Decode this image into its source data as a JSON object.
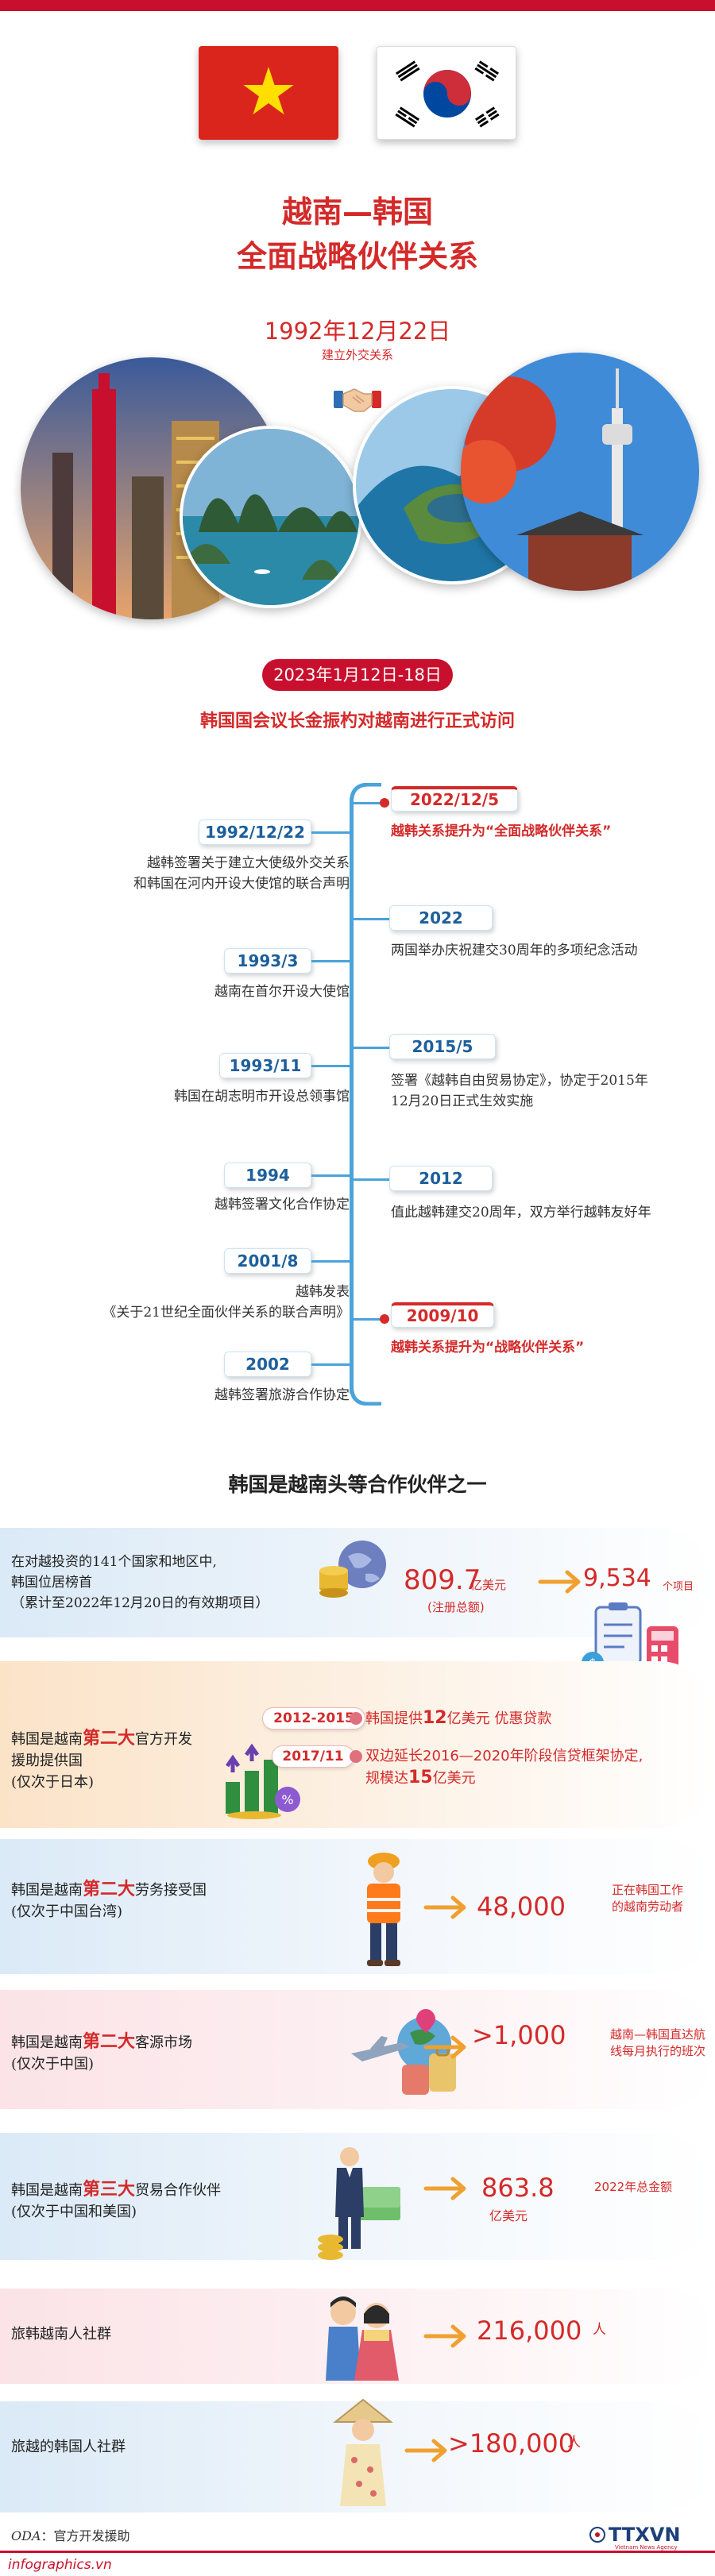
{
  "header": {
    "title_line1": "越南—韩国",
    "title_line2": "全面战略伙伴关系",
    "establish_date": "1992年12月22日",
    "establish_label": "建立外交关系",
    "visit_dates": "2023年1月12日-18日",
    "visit_text": "韩国国会议长金振杓对越南进行正式访问"
  },
  "timeline": {
    "left": [
      {
        "date": "1992/12/22",
        "text": [
          "越韩签署关于建立大使级外交关系",
          "和韩国在河内开设大使馆的联合声明"
        ]
      },
      {
        "date": "1993/3",
        "text": [
          "越南在首尔开设大使馆"
        ]
      },
      {
        "date": "1993/11",
        "text": [
          "韩国在胡志明市开设总领事馆"
        ]
      },
      {
        "date": "1994",
        "text": [
          "越韩签署文化合作协定"
        ]
      },
      {
        "date": "2001/8",
        "text": [
          "越韩发表",
          "《关于21世纪全面伙伴关系的联合声明》"
        ]
      },
      {
        "date": "2002",
        "text": [
          "越韩签署旅游合作协定"
        ]
      }
    ],
    "right": [
      {
        "date": "2022/12/5",
        "text": [
          "越韩关系提升为“全面战略伙伴关系”"
        ],
        "highlight": true
      },
      {
        "date": "2022",
        "text": [
          "两国举办庆祝建交30周年的多项纪念活动"
        ],
        "highlight": false
      },
      {
        "date": "2015/5",
        "text": [
          "签署《越韩自由贸易协定》，协定于2015年",
          "12月20日正式生效实施"
        ],
        "highlight": false
      },
      {
        "date": "2012",
        "text": [
          "值此越韩建交20周年，双方举行越韩友好年"
        ],
        "highlight": false
      },
      {
        "date": "2009/10",
        "text": [
          "越韩关系提升为“战略伙伴关系”"
        ],
        "highlight": true
      }
    ]
  },
  "partner": {
    "section_title": "韩国是越南头等合作伙伴之一",
    "investment": {
      "label": [
        "在对越投资的141个国家和地区中,",
        "韩国位居榜首",
        "（累计至2022年12月20日的有效期项目）"
      ],
      "capital_value": "809.7",
      "capital_unit": "亿美元",
      "capital_note": "(注册总额)",
      "projects_value": "9,534",
      "projects_unit": "个项目"
    },
    "oda": {
      "label_pre": "韩国是越南",
      "label_bold": "第二大",
      "label_post": "官方开发",
      "label_line2": "援助提供国",
      "label_line3": "(仅次于日本)",
      "p1_period": "2012-2015",
      "p1_pre": "韩国提供",
      "p1_num": "12",
      "p1_post": "亿美元 优惠贷款",
      "p2_period": "2017/11",
      "p2_line1": "双边延长2016—2020年阶段信贷框架协定,",
      "p2_pre": "规模达",
      "p2_num": "15",
      "p2_post": "亿美元"
    },
    "labor": {
      "label_pre": "韩国是越南",
      "label_bold": "第二大",
      "label_post": "劳务接受国",
      "label_line2": "(仅次于中国台湾)",
      "value": "48,000",
      "note": [
        "正在韩国工作",
        "的越南劳动者"
      ]
    },
    "tourism": {
      "label_pre": "韩国是越南",
      "label_bold": "第二大",
      "label_post": "客源市场",
      "label_line2": "(仅次于中国)",
      "value": ">1,000",
      "note": [
        "越南—韩国直达航",
        "线每月执行的班次"
      ]
    },
    "trade": {
      "label_pre": "韩国是越南",
      "label_bold": "第三大",
      "label_post": "贸易合作伙伴",
      "label_line2": "(仅次于中国和美国)",
      "value": "863.8",
      "unit": "亿美元",
      "note": "2022年总金额"
    },
    "viet_in_korea": {
      "label": "旅韩越南人社群",
      "value": "216,000",
      "unit": "人"
    },
    "korean_in_viet": {
      "label": "旅越的韩国人社群",
      "value": ">180,000",
      "unit": "人"
    }
  },
  "footer": {
    "footnote_key": "ODA",
    "footnote_text": "：官方开发援助",
    "site": "infographics.vn",
    "logo_text": "TTXVN",
    "logo_sub": "Vietnam News Agency"
  },
  "colors": {
    "accent_red": "#c8102e",
    "timeline_blue": "#4aa3d9",
    "date_blue": "#1d5f9c",
    "band_blue": "#e6f1fa",
    "band_pink": "#fbe6ea"
  }
}
